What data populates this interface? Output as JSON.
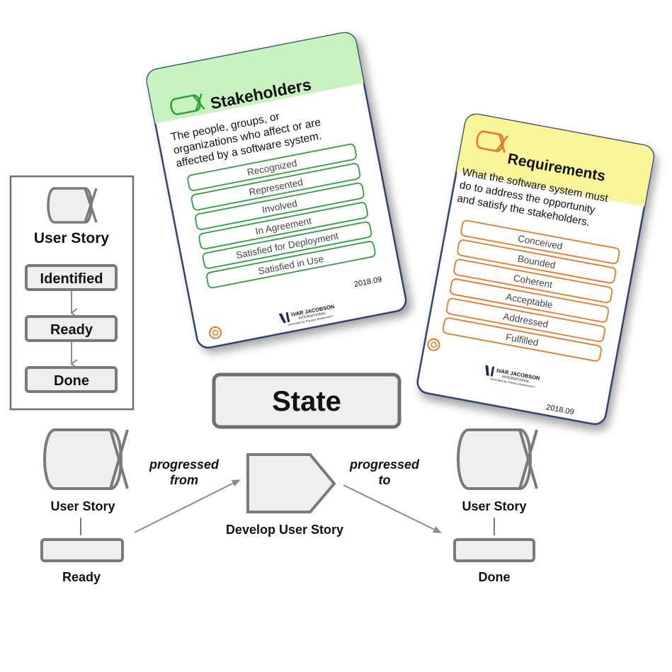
{
  "legend": {
    "alpha_label": "User Story",
    "states": [
      "Identified",
      "Ready",
      "Done"
    ]
  },
  "center": {
    "title": "State",
    "activity_label": "Develop User Story",
    "from_text": [
      "progressed",
      "from"
    ],
    "to_text": [
      "progressed",
      "to"
    ]
  },
  "left_node": {
    "alpha_label": "User Story",
    "state_label": "Ready"
  },
  "right_node": {
    "alpha_label": "User Story",
    "state_label": "Done"
  },
  "stakeholders_card": {
    "title": "Stakeholders",
    "description": [
      "The people, groups, or",
      "organizations who affect or are",
      "affected by a software system."
    ],
    "states": [
      "Recognized",
      "Represented",
      "Involved",
      "In Agreement",
      "Satisfied for Deployment",
      "Satisfied in Use"
    ],
    "version": "2018.09",
    "logo_lines": [
      "IVAR JACOBSON",
      "INTERNATIONAL",
      "Generated by Practice Workbench™"
    ],
    "accent_color": "#2e9e3e",
    "header_color": "#c8f2c0"
  },
  "requirements_card": {
    "title": "Requirements",
    "description": [
      "What the software system must",
      "do to address the opportunity",
      "and satisfy the stakeholders."
    ],
    "states": [
      "Conceived",
      "Bounded",
      "Coherent",
      "Acceptable",
      "Addressed",
      "Fulfilled"
    ],
    "version": "2018.09",
    "logo_lines": [
      "IVAR JACOBSON",
      "INTERNATIONAL",
      "Generated by Practice Workbench™"
    ],
    "accent_color": "#e8772a",
    "header_color": "#fbf59a"
  },
  "colors": {
    "outline": "#7a7a7a",
    "fill": "#efefef",
    "card_border": "#2a3f6a"
  }
}
